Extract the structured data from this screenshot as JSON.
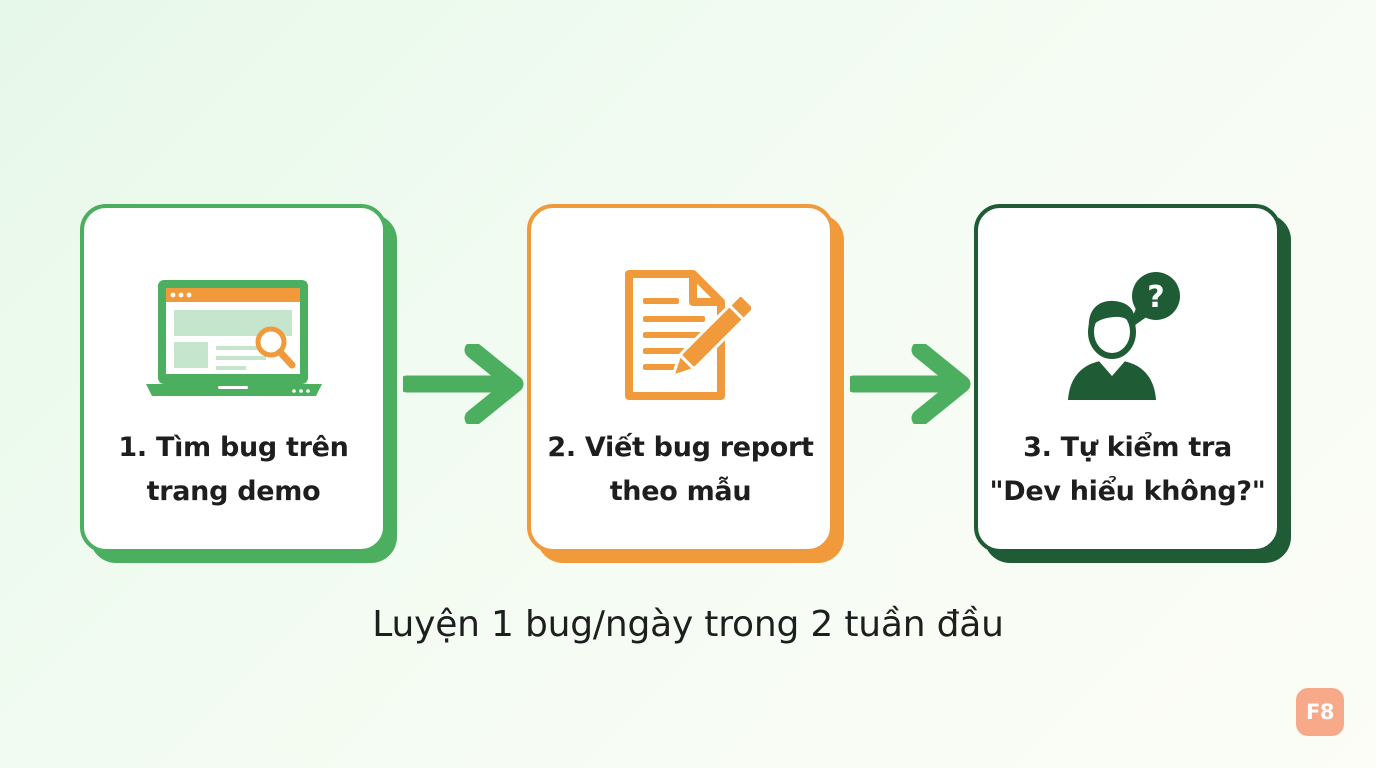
{
  "steps": [
    {
      "line1": "1. Tìm bug trên",
      "line2": "trang demo",
      "icon": "laptop-magnifier-icon",
      "color": "#4caf5f"
    },
    {
      "line1": "2. Viết bug report",
      "line2": "theo mẫu",
      "icon": "document-pencil-icon",
      "color": "#f09a3c"
    },
    {
      "line1": "3. Tự kiểm tra",
      "line2": "\"Dev hiểu không?\"",
      "icon": "person-question-icon",
      "color": "#1f5c36"
    }
  ],
  "arrow_color": "#4caf5f",
  "caption": "Luyện 1 bug/ngày trong 2 tuần đầu",
  "logo_text": "F8",
  "logo_color": "#f7a98a"
}
